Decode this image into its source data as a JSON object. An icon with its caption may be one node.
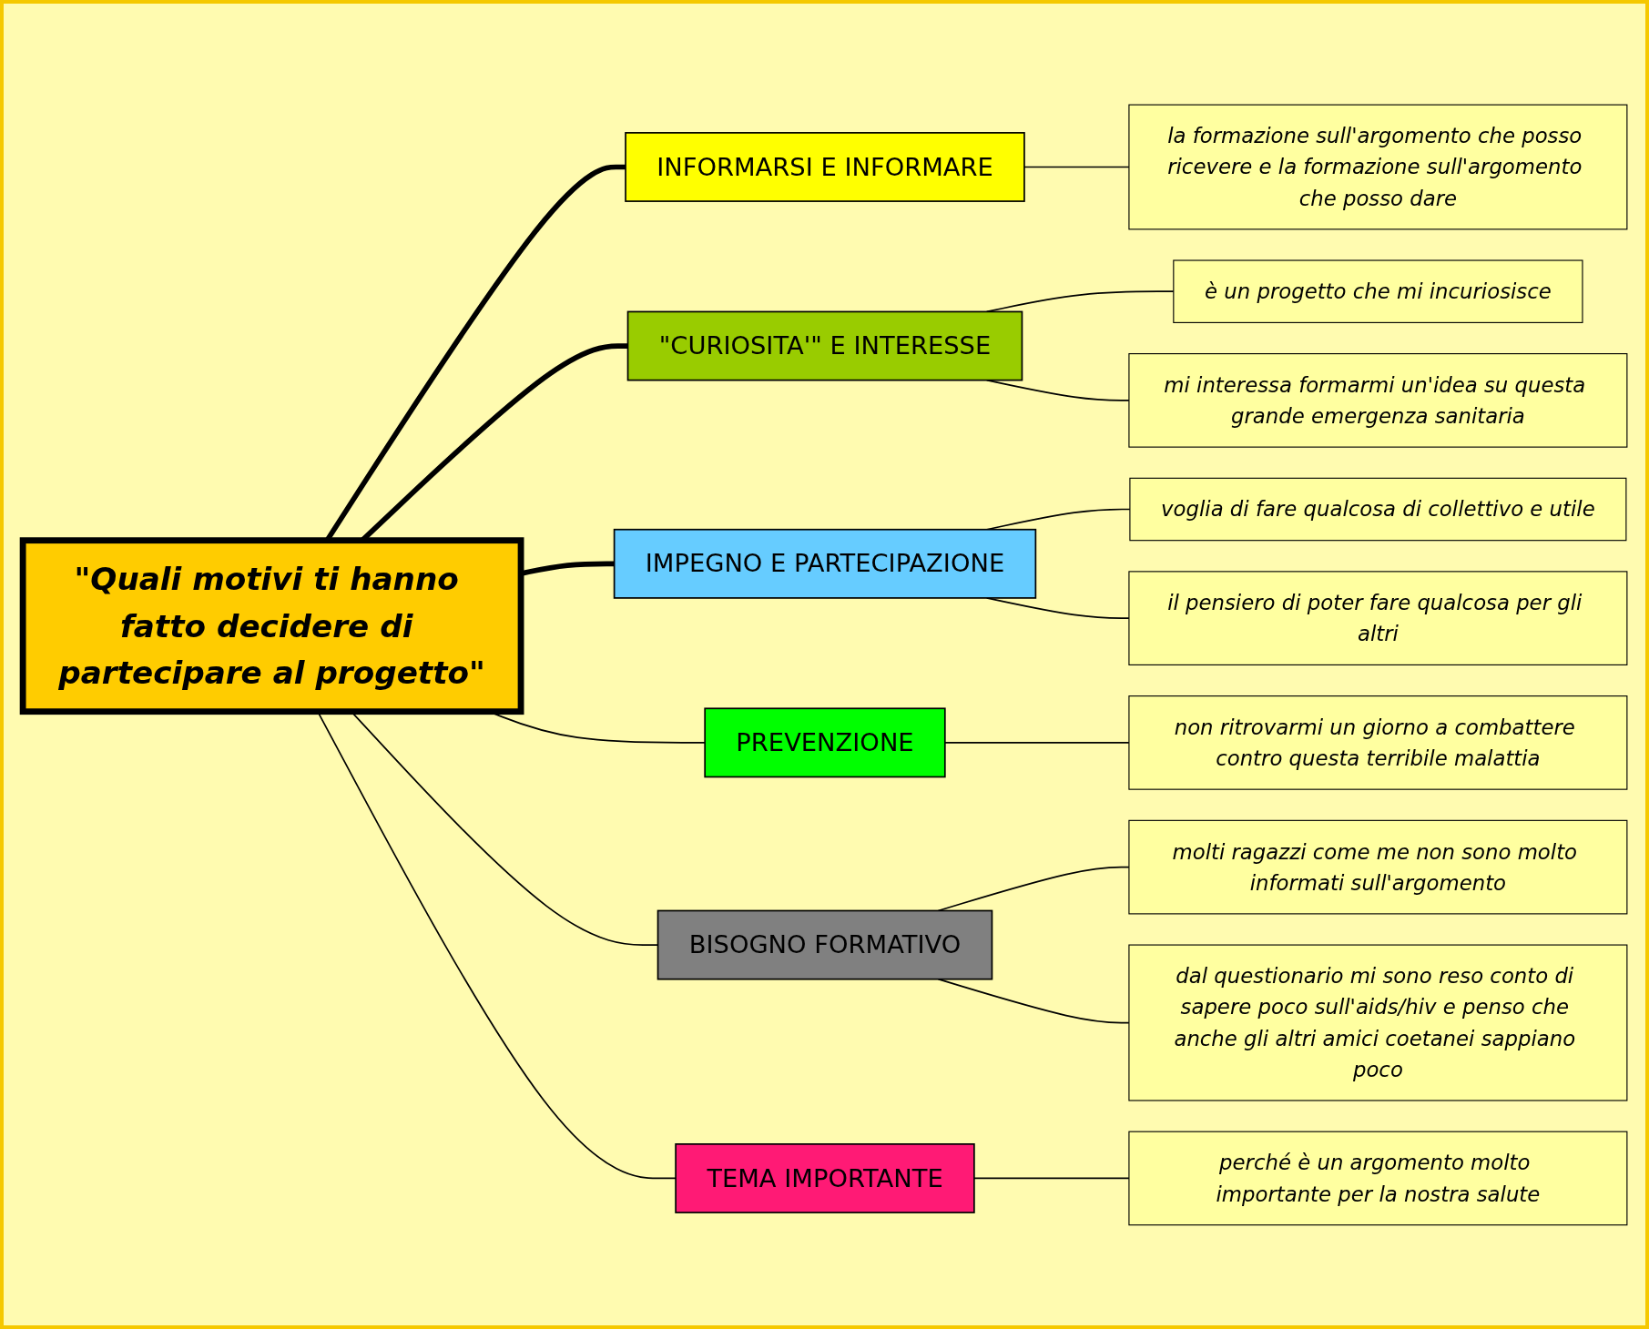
{
  "diagram": {
    "nodes": [
      {
        "text": [
          "\"Quali motivi ti hanno fatto decidere di partecipare al progetto\""
        ]
      },
      {
        "text": [
          "INFORMARSI E INFORMARE"
        ]
      },
      {
        "text": [
          "la formazione sull'argomento che posso ricevere e la formazione sull'argomento che posso dare"
        ]
      },
      {
        "text": [
          "\"CURIOSITA'\" E INTERESSE"
        ]
      },
      {
        "text": [
          "è un progetto che mi incuriosisce"
        ]
      },
      {
        "text": [
          "mi interessa formarmi un'idea su questa grande emergenza sanitaria"
        ]
      },
      {
        "text": [
          "IMPEGNO E PARTECIPAZIONE"
        ]
      },
      {
        "text": [
          "voglia di fare qualcosa di collettivo e utile"
        ]
      },
      {
        "text": [
          "il pensiero di poter fare qualcosa per gli altri"
        ]
      },
      {
        "text": [
          "PREVENZIONE"
        ]
      },
      {
        "text": [
          "non ritrovarmi un giorno a combattere contro questa terribile malattia"
        ]
      },
      {
        "text": [
          "BISOGNO FORMATIVO"
        ]
      },
      {
        "text": [
          "molti ragazzi come me non sono molto informati sull'argomento"
        ]
      },
      {
        "text": [
          "dal questionario mi sono reso conto di sapere poco sull'aids/hiv e penso che anche gli altri amici coetanei sappiano poco"
        ]
      },
      {
        "text": [
          "TEMA IMPORTANTE"
        ]
      },
      {
        "text": [
          "perché è un argomento molto importante per la nostra salute"
        ]
      }
    ],
    "edges": [
      {
        "from": 0,
        "to": 1,
        "arrow": "none",
        "style": "thick"
      },
      {
        "from": 0,
        "to": 3,
        "arrow": "none",
        "style": "thick"
      },
      {
        "from": 0,
        "to": 6,
        "arrow": "none",
        "style": "thick"
      },
      {
        "from": 0,
        "to": 9,
        "arrow": "none"
      },
      {
        "from": 0,
        "to": 11,
        "arrow": "none"
      },
      {
        "from": 0,
        "to": 14,
        "arrow": "none"
      },
      {
        "from": 1,
        "to": 2,
        "arrow": "none"
      },
      {
        "from": 3,
        "to": 4,
        "arrow": "none"
      },
      {
        "from": 3,
        "to": 5,
        "arrow": "none"
      },
      {
        "from": 6,
        "to": 7,
        "arrow": "none"
      },
      {
        "from": 6,
        "to": 8,
        "arrow": "none"
      },
      {
        "from": 9,
        "to": 10,
        "arrow": "none"
      },
      {
        "from": 11,
        "to": 12,
        "arrow": "none"
      },
      {
        "from": 11,
        "to": 13,
        "arrow": "none"
      },
      {
        "from": 14,
        "to": 15,
        "arrow": "none"
      }
    ]
  }
}
